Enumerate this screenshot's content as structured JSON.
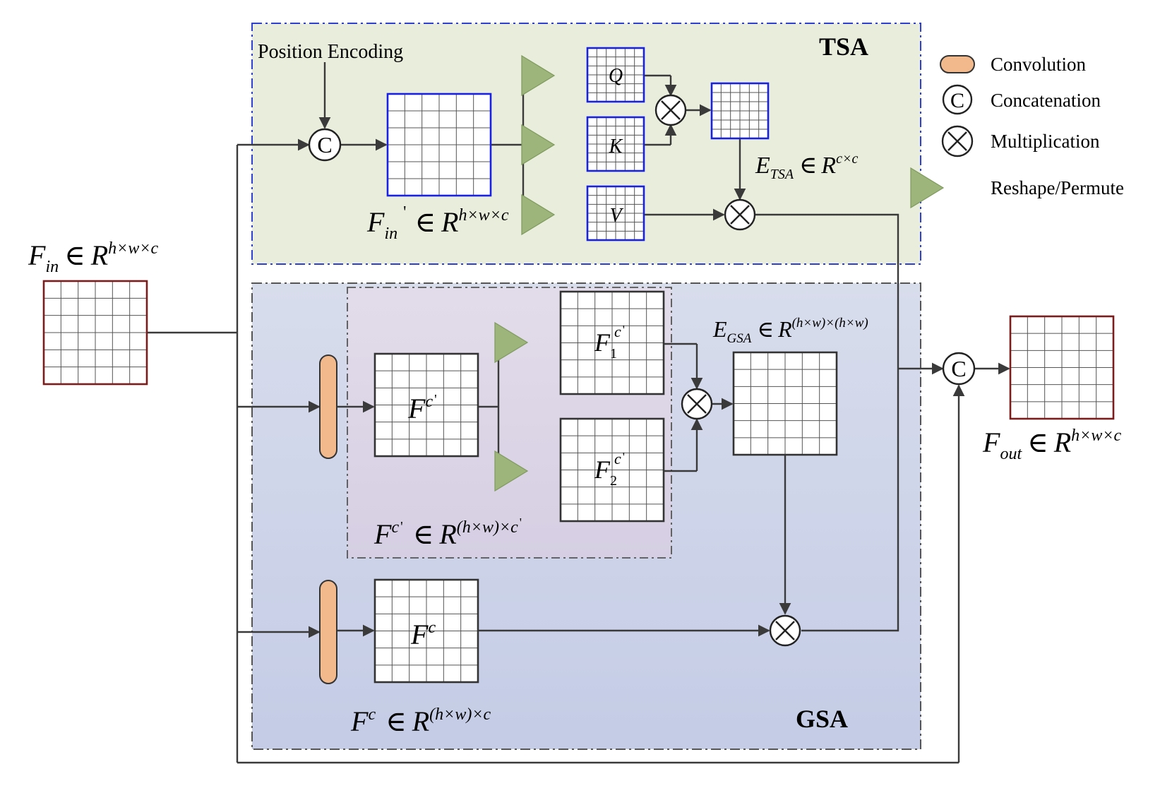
{
  "regions": {
    "tsa_title": "TSA",
    "gsa_title": "GSA"
  },
  "legend": {
    "convolution": "Convolution",
    "concatenation": "Concatenation",
    "multiplication": "Multiplication",
    "reshape": "Reshape/Permute"
  },
  "labels": {
    "position_encoding": "Position Encoding",
    "q": "Q",
    "k": "K",
    "v": "V",
    "concat_symbol": "C"
  },
  "math": {
    "f_in": {
      "base": "F",
      "sub": "in",
      "rel": "∈",
      "set": "R",
      "sup": "h×w×c"
    },
    "f_in_prime": {
      "base": "F",
      "sub": "in",
      "prime": "'",
      "rel": "∈",
      "set": "R",
      "sup": "h×w×c"
    },
    "e_tsa": {
      "base": "E",
      "sub": "TSA",
      "rel": "∈",
      "set": "R",
      "sup": "c×c"
    },
    "e_gsa": {
      "base": "E",
      "sub": "GSA",
      "rel": "∈",
      "set": "R",
      "sup": "(h×w)×(h×w)"
    },
    "f_c_prime_def": {
      "base": "F",
      "sup1": "c",
      "prime": "'",
      "rel": "∈",
      "set": "R",
      "sup": "(h×w)×c",
      "prime2": "'"
    },
    "f_c_def": {
      "base": "F",
      "sup1": "c",
      "rel": "∈",
      "set": "R",
      "sup": "(h×w)×c"
    },
    "f_out": {
      "base": "F",
      "sub": "out",
      "rel": "∈",
      "set": "R",
      "sup": "h×w×c"
    },
    "f_c_prime_box": {
      "base": "F",
      "sup1": "c",
      "prime": "'"
    },
    "f_c_box": {
      "base": "F",
      "sup1": "c"
    },
    "f1_box": {
      "base": "F",
      "sub": "1",
      "sup1": "c",
      "prime": "'"
    },
    "f2_box": {
      "base": "F",
      "sub": "2",
      "sup1": "c",
      "prime": "'"
    }
  },
  "colors": {
    "tsa_bg": "#e9eddc",
    "tsa_border": "#2f3fd0",
    "gsa_bg_top": "#d8ddec",
    "gsa_bg_bottom": "#c5cde6",
    "inner_bg": "#dcd6e6",
    "input_border": "#7b1d1d",
    "tsa_grid_border": "#1a22e0",
    "convolution": "#f2b98c",
    "reshape": "#9db57a"
  }
}
